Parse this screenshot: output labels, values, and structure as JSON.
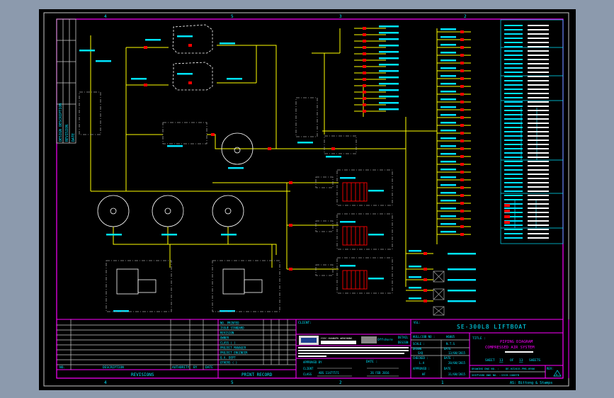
{
  "drawing": {
    "vessel": "SE-300L8 LIFTBOAT",
    "vessel_label": "VSL:",
    "client_label": "CLIENT:",
    "hull_label": "HULL/JOB NO :",
    "hull_no": "H6005",
    "scale_label": "SCALE :",
    "scale": "N.T.S",
    "drawn_label": "DRAWN",
    "drawn_by": "SXQ",
    "drawn_date_label": "DATE",
    "drawn_date": "13/08/2015",
    "checked_label": "CHECKED :",
    "checked_by": "L.A",
    "checked_date_label": "DATE :",
    "checked_date": "20/08/2015",
    "approved_label": "APPROVED :",
    "approved_by": "HF",
    "approved_date_label": "DATE",
    "approved_date": "31/08/2015",
    "title_label": "TITLE :",
    "title_line1": "PIPING DIAGRAM",
    "title_line2": "COMPRESSED AIR SYSTEM",
    "sheet_label": "SHEET",
    "sheet_no": "13",
    "of_label": "OF",
    "sheet_total": "13",
    "sheets_label": "SHEETS",
    "drawing_no_label": "DRAWING DWG NO. :",
    "drawing_no": "DE-HZ2015-PMS-0906",
    "shipyard_no_label": "SHIPYARD DWG NO. :",
    "shipyard_no": "S3CH-1006TB",
    "rev_label": "REV:",
    "rev": "A",
    "approved_by_block": "APPROVED BY",
    "client_row": "CLIENT",
    "class_row": "CLASS",
    "class_value": "ABS 11477571",
    "approval_date_label": "DATE :",
    "approval_date": "26 FEB 2016",
    "detail_label": "DETAIL",
    "design_label": "DESIGN",
    "offshore": "Offshore",
    "company": "CSSC HUANGPU WENCHONG"
  },
  "revisions": {
    "title": "REVISIONS",
    "headers": [
      "NO.",
      "DESCRIPTION",
      "AUTHORITY",
      "BY",
      "DATE"
    ]
  },
  "print_record": {
    "title": "PRINT RECORD",
    "rows": [
      "NO. PRINTED",
      "ISSUE STANDARD",
      "REVISION",
      "OWNER",
      "CLASS (          )",
      "PROJECT MANAGER",
      "PROJECT ENGINEER",
      "Q.A. DEPT",
      "OTHERS (            )"
    ]
  },
  "side_strip": [
    "DESIGN DESCRIPTION",
    "REVISION",
    "DATE"
  ],
  "border": {
    "top_zones": [
      "4",
      "5",
      "3",
      "2"
    ],
    "bottom_zones": [
      "4",
      "5",
      "2",
      "1"
    ],
    "credit": "AS: Bittong & Stamps"
  },
  "colors": {
    "pipe": "#ffff00",
    "valve": "#ff0000",
    "text": "#00e5ff",
    "frame": "#ff00ff",
    "equipment": "#ffffff"
  }
}
